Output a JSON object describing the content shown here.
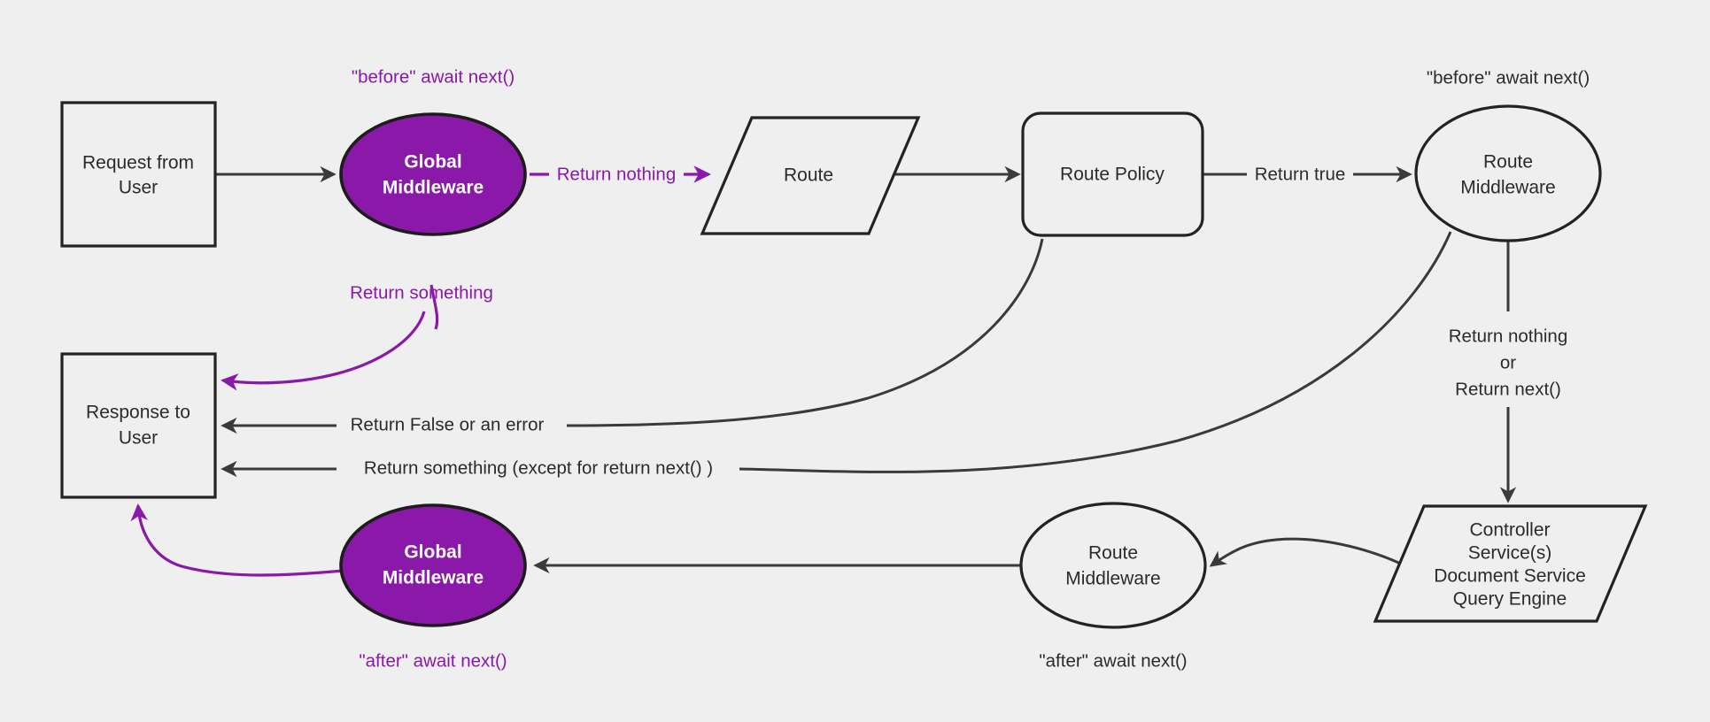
{
  "diagram": {
    "title": "Request / Response middleware pipeline",
    "background_color": "#efefef",
    "accent_color": "#8a18a8",
    "line_color": "#3a3a3a",
    "nodes": {
      "request": {
        "line1": "Request from",
        "line2": "User"
      },
      "global_middleware_top": {
        "line1": "Global",
        "line2": "Middleware"
      },
      "route": {
        "line1": "Route"
      },
      "route_policy": {
        "line1": "Route Policy"
      },
      "route_middleware_top": {
        "line1": "Route",
        "line2": "Middleware"
      },
      "controller": {
        "line1": "Controller",
        "line2": "Service(s)",
        "line3": "Document Service",
        "line4": "Query Engine"
      },
      "route_middleware_bottom": {
        "line1": "Route",
        "line2": "Middleware"
      },
      "global_middleware_bottom": {
        "line1": "Global",
        "line2": "Middleware"
      },
      "response": {
        "line1": "Response to",
        "line2": "User"
      }
    },
    "phase_labels": {
      "global_before": "\"before\" await next()",
      "route_before": "\"before\" await next()",
      "global_after": "\"after\" await next()",
      "route_after": "\"after\" await next()"
    },
    "edge_labels": {
      "return_nothing": "Return nothing",
      "return_something": "Return something",
      "return_true": "Return true",
      "return_false_or_error": "Return False or an error",
      "return_something_except": "Return something (except for return next() )",
      "return_nothing_or_next_line1": "Return nothing",
      "return_nothing_or_next_line2": "or",
      "return_nothing_or_next_line3": "Return next()"
    }
  }
}
